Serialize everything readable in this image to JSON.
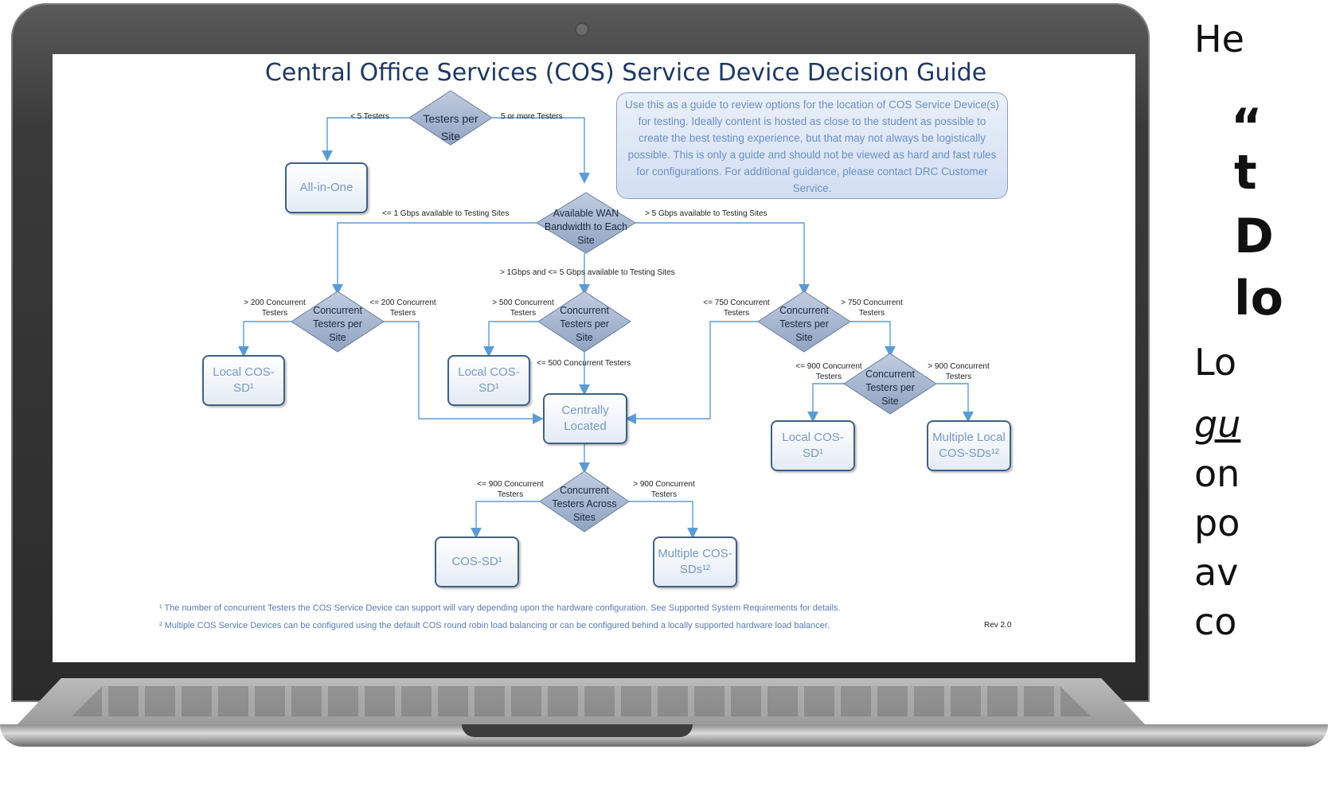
{
  "flowchart": {
    "title": "Central Office Services (COS) Service Device Decision Guide",
    "note": "Use this as a guide to review options for the location of COS Service Device(s) for testing. Ideally content is hosted as close to the student as possible to create the best testing experience, but that may not always be logistically possible. This is only a guide and should not be viewed as hard and fast rules for configurations. For additional guidance, please contact DRC Customer Service.",
    "diamonds": {
      "testers_per_site": "Testers per Site",
      "wan": "Available WAN Bandwidth to Each Site",
      "left": "Concurrent Testers per Site",
      "mid": "Concurrent Testers per Site",
      "right": "Concurrent Testers per Site",
      "far_right": "Concurrent Testers per Site",
      "across": "Concurrent Testers Across Sites"
    },
    "boxes": {
      "all_in_one": "All-in-One",
      "local_left": "Local COS-SD¹",
      "local_mid": "Local COS-SD¹",
      "centrally": "Centrally Located",
      "local_right": "Local COS-SD¹",
      "multiple_local": "Multiple Local COS-SDs¹²",
      "cos_sd": "COS-SD¹",
      "multiple_cos": "Multiple COS-SDs¹²"
    },
    "edges": {
      "lt5": "< 5 Testers",
      "ge5": "5 or more Testers",
      "le1g": "<= 1 Gbps available to Testing Sites",
      "gt5g": "> 5 Gbps available to Testing Sites",
      "mid_g": "> 1Gbps and <= 5 Gbps available to Testing Sites",
      "gt200": "> 200 Concurrent Testers",
      "le200": "<= 200 Concurrent Testers",
      "gt500": "> 500 Concurrent Testers",
      "le500": "<= 500 Concurrent Testers",
      "le750": "<= 750 Concurrent Testers",
      "gt750": "> 750 Concurrent Testers",
      "le900_site": "<= 900 Concurrent Testers",
      "gt900_site": "> 900 Concurrent Testers",
      "le900_across": "<= 900 Concurrent Testers",
      "gt900_across": "> 900 Concurrent Testers"
    },
    "footnote1": "¹ The number of concurrent Testers the COS Service Device can support will vary depending upon the hardware configuration.  See Supported System Requirements for details.",
    "footnote2": "² Multiple COS Service Devices can be configured using the default COS round robin load balancing or can be configured behind a locally supported hardware load balancer.",
    "rev": "Rev 2.0"
  },
  "side_text": {
    "line1": "He",
    "line2": "“",
    "line3": "t",
    "line4": "D",
    "line5": "lo",
    "line6": "Lo",
    "line7": "gu",
    "line8": "on",
    "line9": "po",
    "line10": "av",
    "line11": "co"
  },
  "colors": {
    "diamond_fill": "#a3b3cc",
    "box_border": "#3f5f86",
    "arrow": "#5b9bd5",
    "title": "#1f3864"
  }
}
